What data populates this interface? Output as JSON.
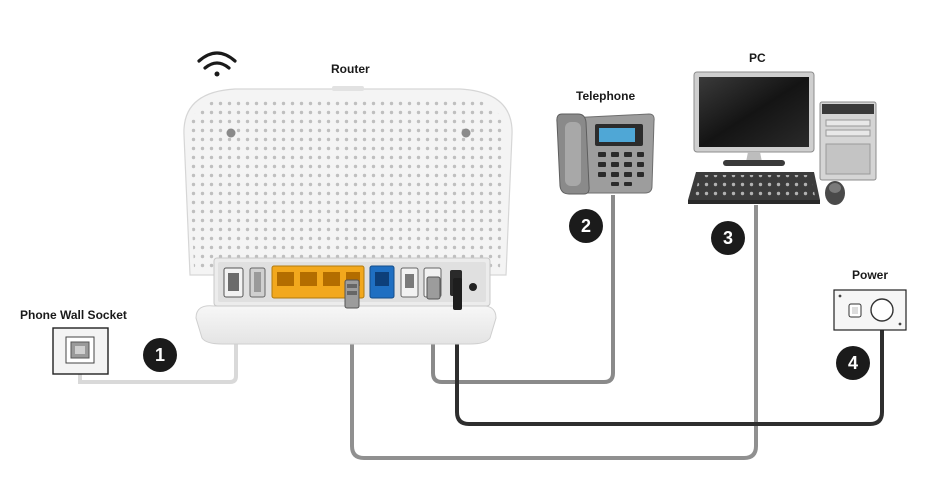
{
  "labels": {
    "router": "Router",
    "telephone": "Telephone",
    "pc": "PC",
    "power": "Power",
    "phone_wall_socket": "Phone Wall Socket"
  },
  "steps": [
    "1",
    "2",
    "3",
    "4"
  ],
  "colors": {
    "lan_port": "#f2a81d",
    "wan_port": "#1f6fc2",
    "dsl_cable": "#d9d9d9",
    "phone_cable": "#8a8a8a",
    "ethernet_cable": "#8f8f8f",
    "power_cable": "#2e2e2e",
    "badge": "#1b1b1b"
  },
  "icons": [
    "wifi-icon",
    "router-device",
    "telephone-device",
    "pc-monitor",
    "pc-tower",
    "keyboard",
    "mouse",
    "wall-socket",
    "power-outlet"
  ]
}
